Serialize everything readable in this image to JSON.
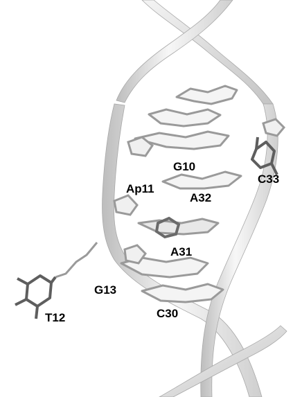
{
  "figure": {
    "background_color": "#ffffff",
    "ribbon_color": "#e6e6e6",
    "base_light_color": "#f2f2f2",
    "base_dark_color": "#6e6e6e",
    "label_color": "#000000"
  },
  "labels": {
    "g10": "G10",
    "c33": "C33",
    "ap11": "Ap11",
    "a32": "A32",
    "a31": "A31",
    "g13": "G13",
    "t12": "T12",
    "c30": "C30"
  }
}
